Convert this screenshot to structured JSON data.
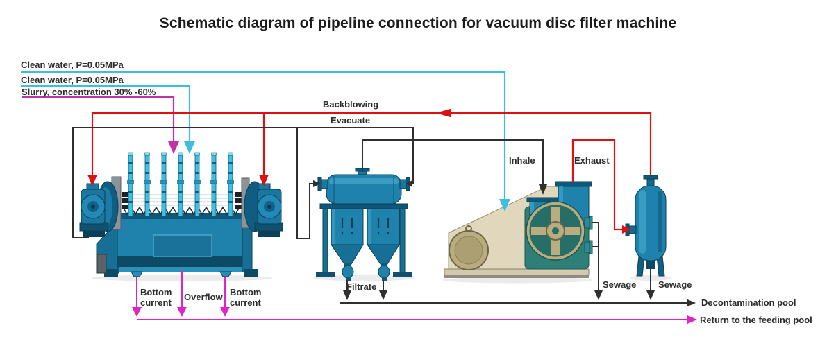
{
  "title": "Schematic diagram of pipeline connection for vacuum disc filter machine",
  "colors": {
    "red": "#dd1111",
    "black": "#2f2f2f",
    "cyan": "#3dbde0",
    "magenta_top": "#c032a8",
    "magenta_bottom": "#e022c6"
  },
  "labels": {
    "clean_water_1": "Clean water, P=0.05MPa",
    "clean_water_2": "Clean water, P=0.05MPa",
    "slurry": "Slurry, concentration 30% -60%",
    "backblowing": "Backblowing",
    "evacuate": "Evacuate",
    "inhale": "Inhale",
    "exhaust": "Exhaust",
    "bottom_current_left": "Bottom current",
    "overflow": "Overflow",
    "bottom_current_right": "Bottom current",
    "filtrate": "Filtrate",
    "sewage_pump": "Sewage",
    "sewage_tank": "Sewage",
    "decontamination_pool": "Decontamination pool",
    "return_feeding_pool": "Return to the feeding pool"
  }
}
